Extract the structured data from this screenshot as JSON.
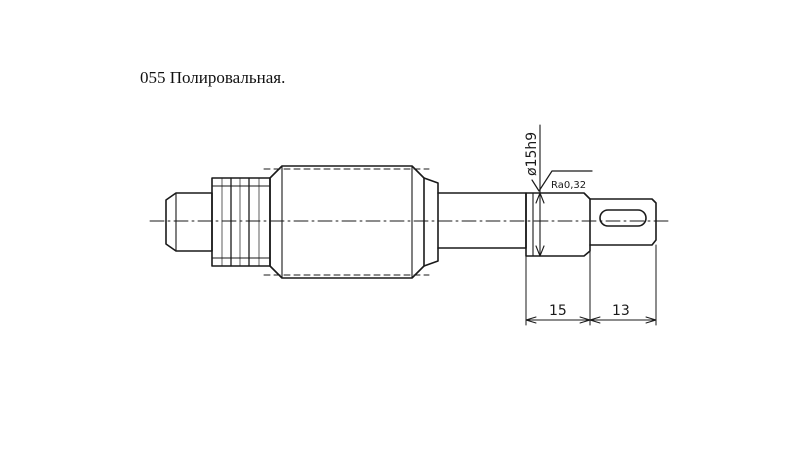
{
  "title": "055 Полировальная.",
  "drawing": {
    "diameter_label": "ø15h9",
    "roughness_label": "Ra0,32",
    "dim_left": "15",
    "dim_right": "13"
  },
  "colors": {
    "line": "#1a1a1a",
    "background": "#ffffff"
  }
}
